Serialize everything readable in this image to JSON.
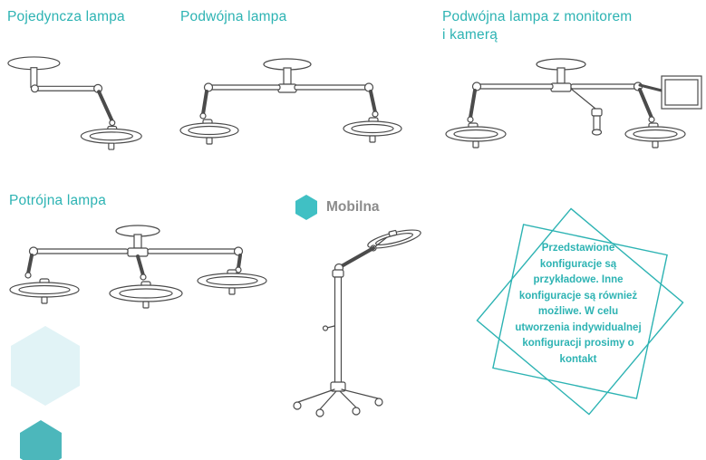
{
  "colors": {
    "accent_teal": "#2db3b3",
    "heading_gray": "#8c8c8c",
    "hexagon_bullet_teal": "#40c0c4",
    "hexagon_pale": "#e1f3f6",
    "hexagon_bottom_teal": "#4cb7bb",
    "line_art": "#4b4b4b",
    "background": "#ffffff"
  },
  "configurations": {
    "single": {
      "label": "Pojedyncza lampa"
    },
    "double": {
      "label": "Podwójna lampa"
    },
    "double_monitor_camera": {
      "label": "Podwójna lampa z monitorem\ni kamerą"
    },
    "triple": {
      "label": "Potrójna lampa"
    },
    "mobile": {
      "label": "Mobilna"
    }
  },
  "note": {
    "text": "Przedstawione\nkonfiguracje są\nprzykładowe. Inne\nkonfiguracje są również\nmożliwe. W celu\nutworzenia indywidualnej\nkonfiguracji prosimy o\nkontakt"
  },
  "icons": {
    "mobile_bullet": "hexagon-icon",
    "decorations": [
      "hexagon-decoration-large-pale",
      "hexagon-decoration-small-teal"
    ],
    "note_frame": "octagram-outline"
  }
}
